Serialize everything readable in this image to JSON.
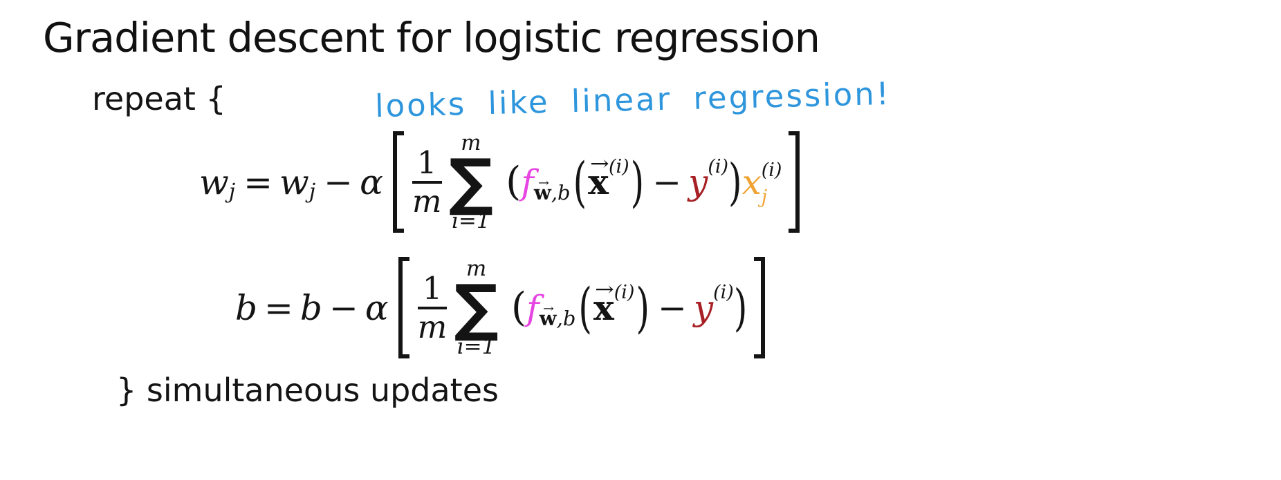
{
  "slide": {
    "title": "Gradient descent for logistic regression",
    "repeat_open": "repeat {",
    "annotation": "looks like linear regression!",
    "close_text": "} simultaneous updates"
  },
  "colors": {
    "text": "#141414",
    "annotation_blue": "#2e96dc",
    "f_magenta": "#e645e2",
    "y_red": "#a62025",
    "x_orange": "#f0a332"
  },
  "eq_w": {
    "lhs_base": "w",
    "lhs_sub": "j",
    "equals": "=",
    "rhs_base": "w",
    "rhs_sub": "j",
    "minus": "−",
    "alpha": "α",
    "frac_num": "1",
    "frac_den": "m",
    "sum_upper": "m",
    "sum_sigma": "∑",
    "sum_lower": "i=1",
    "open_paren": "(",
    "f": "f",
    "f_sub_w": "w",
    "f_sub_arrow": "→",
    "f_sub_rest": ",b",
    "big_open": "(",
    "xvec_base": "x",
    "xvec_arrow": "→",
    "x_sup": "(i)",
    "big_close": ")",
    "minus2": "−",
    "y": "y",
    "y_sup": "(i)",
    "close_paren": ")",
    "xj_base": "x",
    "xj_sub": "j",
    "xj_sup": "(i)"
  },
  "eq_b": {
    "lhs_base": "b",
    "equals": "=",
    "rhs_base": "b",
    "minus": "−",
    "alpha": "α",
    "frac_num": "1",
    "frac_den": "m",
    "sum_upper": "m",
    "sum_sigma": "∑",
    "sum_lower": "i=1",
    "open_paren": "(",
    "f": "f",
    "f_sub_w": "w",
    "f_sub_arrow": "→",
    "f_sub_rest": ",b",
    "big_open": "(",
    "xvec_base": "x",
    "xvec_arrow": "→",
    "x_sup": "(i)",
    "big_close": ")",
    "minus2": "−",
    "y": "y",
    "y_sup": "(i)",
    "close_paren": ")"
  }
}
